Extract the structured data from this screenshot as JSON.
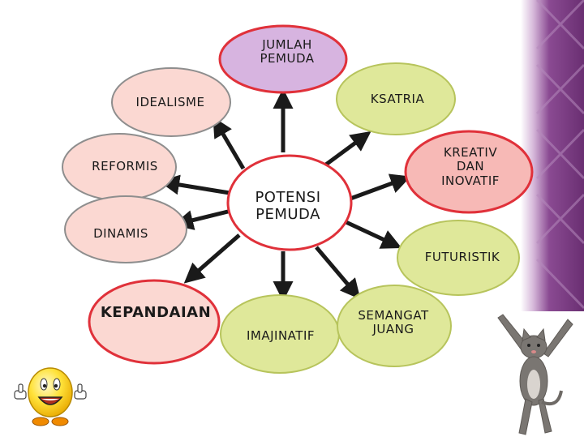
{
  "diagram": {
    "center": {
      "label": "POTENSI PEMUDA"
    },
    "nodes": [
      {
        "id": "jumlah-pemuda",
        "label": "JUMLAH PEMUDA",
        "fill": "#d7b4e0",
        "border": "#e0313a"
      },
      {
        "id": "ksatria",
        "label": "KSATRIA",
        "fill": "#dfe89a",
        "border": "#b7c45c"
      },
      {
        "id": "idealisme",
        "label": "IDEALISME",
        "fill": "#fbd8d2",
        "border": "#8e8e8e"
      },
      {
        "id": "kreativ",
        "label": "KREATIV DAN INOVATIF",
        "fill": "#f7b9b6",
        "border": "#e0313a"
      },
      {
        "id": "reformis",
        "label": "REFORMIS",
        "fill": "#fbd8d2",
        "border": "#8e8e8e"
      },
      {
        "id": "dinamis",
        "label": "DINAMIS",
        "fill": "#fbd8d2",
        "border": "#8e8e8e"
      },
      {
        "id": "futuristik",
        "label": "FUTURISTIK",
        "fill": "#dfe89a",
        "border": "#b7c45c"
      },
      {
        "id": "kepandaian",
        "label": "KEPANDAIAN",
        "fill": "#fbd8d2",
        "border": "#e0313a"
      },
      {
        "id": "imajinatif",
        "label": "IMAJINATIF",
        "fill": "#dfe89a",
        "border": "#b7c45c"
      },
      {
        "id": "semangat-juang",
        "label": "SEMANGAT JUANG",
        "fill": "#dfe89a",
        "border": "#b7c45c"
      }
    ]
  },
  "colors": {
    "arrow": "#1a1a1a",
    "center_fill": "#ffffff",
    "center_border": "#e0313a",
    "stripe_purple": "#7a3f83"
  },
  "icons": [
    "smiley-thumbs-up-icon",
    "dancing-cat-image"
  ]
}
